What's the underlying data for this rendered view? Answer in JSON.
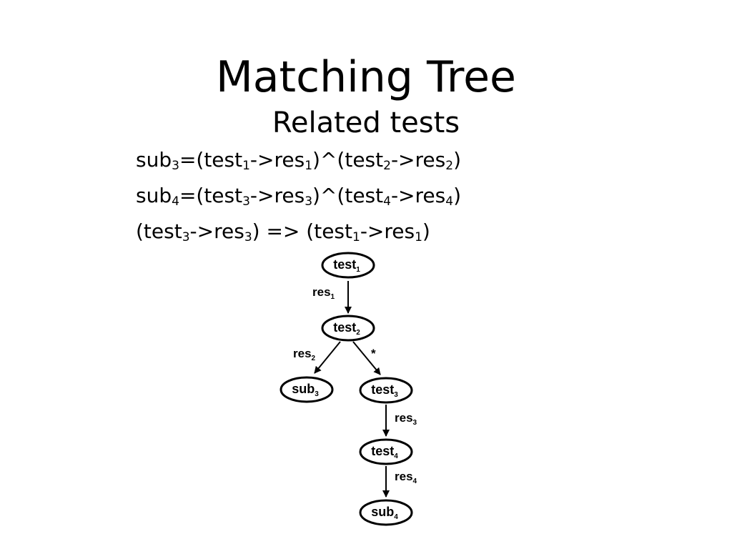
{
  "slide": {
    "title": "Matching Tree",
    "subtitle": "Related tests"
  },
  "formulas": [
    [
      {
        "t": "sub"
      },
      {
        "s": "3"
      },
      {
        "t": "=(test"
      },
      {
        "s": "1"
      },
      {
        "t": "->res"
      },
      {
        "s": "1"
      },
      {
        "t": ")^(test"
      },
      {
        "s": "2"
      },
      {
        "t": "->res"
      },
      {
        "s": "2"
      },
      {
        "t": ")"
      }
    ],
    [
      {
        "t": "sub"
      },
      {
        "s": "4"
      },
      {
        "t": "=(test"
      },
      {
        "s": "3"
      },
      {
        "t": "->res"
      },
      {
        "s": "3"
      },
      {
        "t": ")^(test"
      },
      {
        "s": "4"
      },
      {
        "t": "->res"
      },
      {
        "s": "4"
      },
      {
        "t": ")"
      }
    ],
    [
      {
        "t": "(test"
      },
      {
        "s": "3"
      },
      {
        "t": "->res"
      },
      {
        "s": "3"
      },
      {
        "t": ") => (test"
      },
      {
        "s": "1"
      },
      {
        "t": "->res"
      },
      {
        "s": "1"
      },
      {
        "t": ")"
      }
    ]
  ],
  "tree": {
    "nodes": [
      {
        "id": "test1",
        "base": "test",
        "sub": "1"
      },
      {
        "id": "test2",
        "base": "test",
        "sub": "2"
      },
      {
        "id": "sub3",
        "base": "sub",
        "sub": "3"
      },
      {
        "id": "test3",
        "base": "test",
        "sub": "3"
      },
      {
        "id": "test4",
        "base": "test",
        "sub": "4"
      },
      {
        "id": "sub4",
        "base": "sub",
        "sub": "4"
      }
    ],
    "edges": [
      {
        "from": "test1",
        "to": "test2",
        "base": "res",
        "sub": "1"
      },
      {
        "from": "test2",
        "to": "sub3",
        "base": "res",
        "sub": "2"
      },
      {
        "from": "test2",
        "to": "test3",
        "base": "*",
        "sub": ""
      },
      {
        "from": "test3",
        "to": "test4",
        "base": "res",
        "sub": "3"
      },
      {
        "from": "test4",
        "to": "sub4",
        "base": "res",
        "sub": "4"
      }
    ]
  }
}
